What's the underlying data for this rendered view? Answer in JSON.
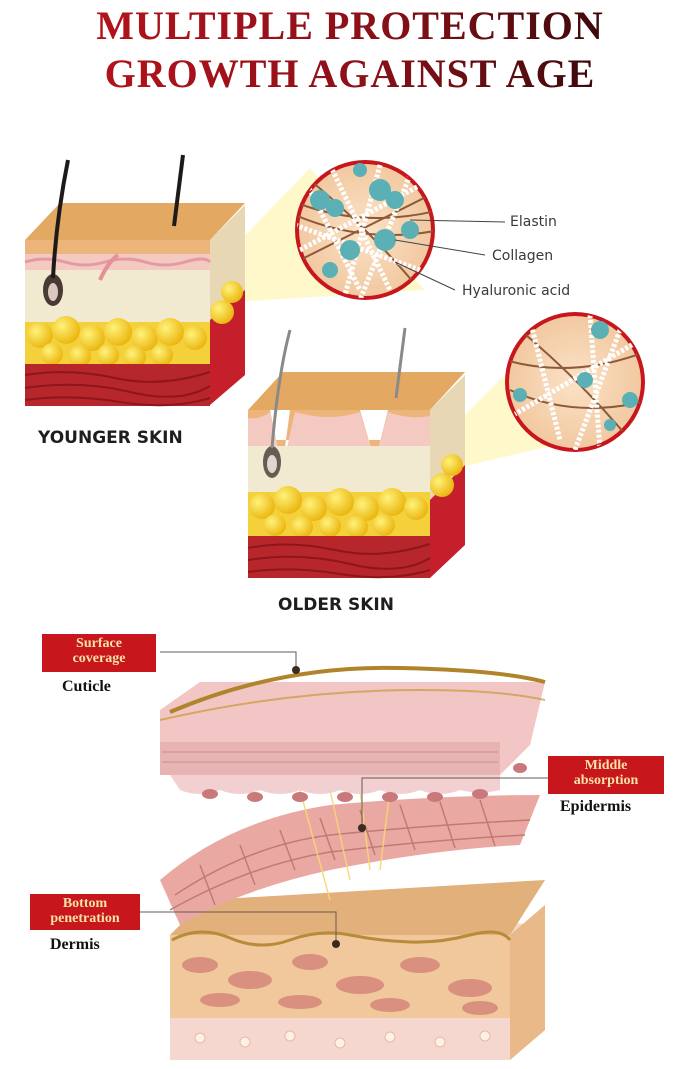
{
  "header": {
    "line1": "MULTIPLE PROTECTION",
    "line2": "GROWTH AGAINST AGE"
  },
  "skin_comparison": {
    "younger_label": "YOUNGER SKIN",
    "older_label": "OLDER SKIN",
    "callouts": [
      "Elastin",
      "Collagen",
      "Hyaluronic acid"
    ]
  },
  "layers": {
    "surface": {
      "badge": "Surface coverage",
      "name": "Cuticle"
    },
    "middle": {
      "badge": "Middle absorption",
      "name": "Epidermis"
    },
    "bottom": {
      "badge": "Bottom penetration",
      "name": "Dermis"
    }
  },
  "colors": {
    "title_red": "#b3121b",
    "badge_red": "#c8161d",
    "badge_text": "#f7e3a6",
    "skin_top": "#e3a862",
    "fat_yellow": "#f2c418",
    "muscle_red": "#b7262b",
    "fiber_teal": "#5ab0b5"
  }
}
